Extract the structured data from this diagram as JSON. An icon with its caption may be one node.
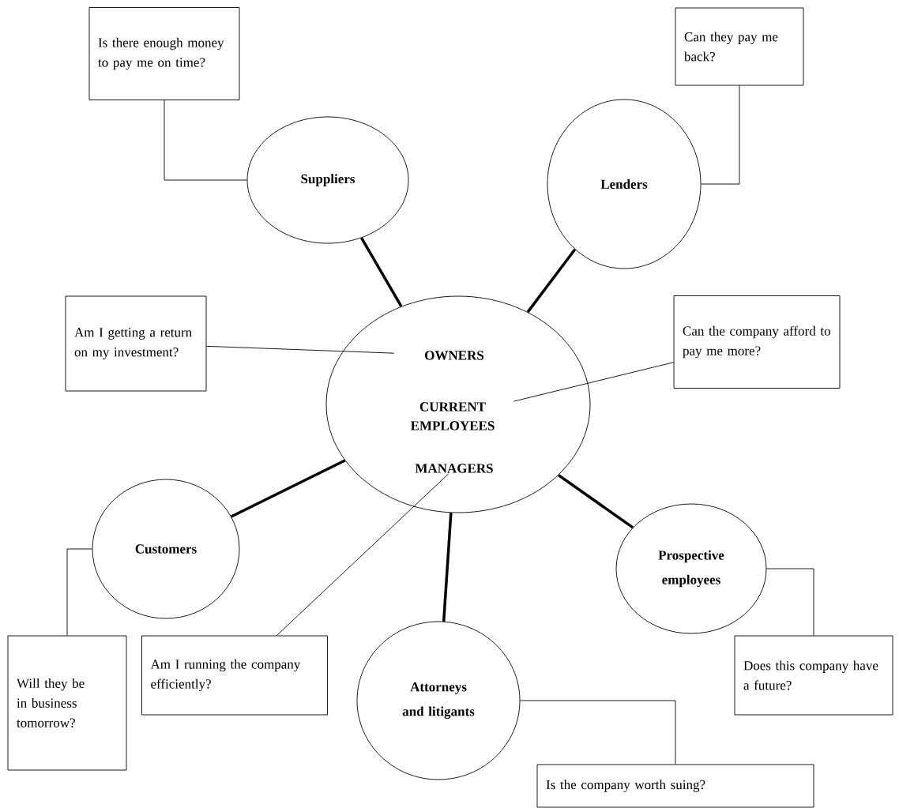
{
  "diagram": {
    "nodes": [
      {
        "text": [
          "Is there enough money to pay me on time?"
        ]
      },
      {
        "text": [
          "Can they pay me back?"
        ]
      },
      {
        "text": [
          "Suppliers"
        ]
      },
      {
        "text": [
          "Lenders"
        ]
      },
      {
        "text": [
          "Am I getting a return on my investment?"
        ]
      },
      {
        "text": [],
        "shape": "circle"
      },
      {
        "text": [
          "OWNERS"
        ],
        "in": 5
      },
      {
        "text": [
          "CURRENT EMPLOYEES"
        ],
        "in": 5
      },
      {
        "text": [
          "MANAGERS"
        ],
        "in": 5
      },
      {
        "text": [
          "Can the company afford to pay me more?"
        ]
      },
      {
        "text": [
          "Customers"
        ]
      },
      {
        "text": [
          "Prospective employees"
        ]
      },
      {
        "text": [
          "Attorneys and litigants"
        ]
      },
      {
        "text": [
          "Will they be in business tomorrow?"
        ]
      },
      {
        "text": [
          "Am I running the company efficiently?"
        ]
      },
      {
        "text": [
          "Does this company have a future?"
        ]
      },
      {
        "text": [
          "Is the company worth suing?"
        ]
      }
    ],
    "edges": [
      {
        "from": 5,
        "to": 2,
        "arrow": "none",
        "style": "thick"
      },
      {
        "from": 5,
        "to": 3,
        "arrow": "none",
        "style": "thick"
      },
      {
        "from": 5,
        "to": 10,
        "arrow": "none",
        "style": "thick"
      },
      {
        "from": 5,
        "to": 11,
        "arrow": "none",
        "style": "thick"
      },
      {
        "from": 5,
        "to": 12,
        "arrow": "none",
        "style": "thick"
      },
      {
        "from": 0,
        "to": 2,
        "arrow": "none"
      },
      {
        "from": 1,
        "to": 3,
        "arrow": "none"
      },
      {
        "from": 4,
        "to": 6,
        "arrow": "none"
      },
      {
        "from": 9,
        "to": 7,
        "arrow": "none"
      },
      {
        "from": 14,
        "to": 8,
        "arrow": "none"
      },
      {
        "from": 10,
        "to": 13,
        "arrow": "none"
      },
      {
        "from": 11,
        "to": 15,
        "arrow": "none"
      },
      {
        "from": 12,
        "to": 16,
        "arrow": "none"
      }
    ]
  }
}
